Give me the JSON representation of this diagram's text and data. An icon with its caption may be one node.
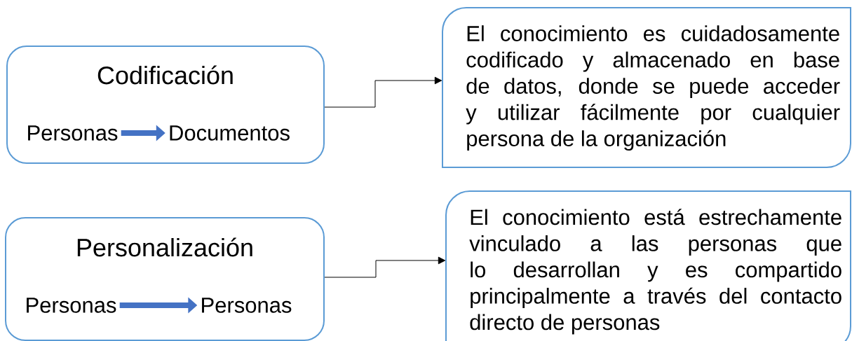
{
  "diagram": {
    "nodes": [
      {
        "text": [
          "Codificación"
        ]
      },
      {
        "text": [
          "Personas"
        ],
        "in": 0
      },
      {
        "text": [
          "Documentos"
        ],
        "in": 0
      },
      {
        "text": [
          "El conocimiento es cuidadosamente codificado y almacenado en base de datos, donde se puede acceder y utilizar fácilmente por cualquier persona de la organización"
        ]
      },
      {
        "text": [
          "Personalización"
        ]
      },
      {
        "text": [
          "Personas"
        ],
        "in": 4
      },
      {
        "text": [
          "Personas"
        ],
        "in": 4
      },
      {
        "text": [
          "El conocimiento está estrechamente vinculado a las personas que lo desarrollan y es compartido principalmente a través del contacto directo de personas"
        ]
      }
    ],
    "edges": [
      {
        "from": 1,
        "to": 2,
        "arrow": "to",
        "style": "thick",
        "color": "#4472c4"
      },
      {
        "from": 0,
        "to": 3,
        "arrow": "to",
        "color": "#000000"
      },
      {
        "from": 5,
        "to": 6,
        "arrow": "to",
        "style": "thick",
        "color": "#4472c4"
      },
      {
        "from": 4,
        "to": 7,
        "arrow": "to",
        "color": "#000000"
      }
    ]
  }
}
